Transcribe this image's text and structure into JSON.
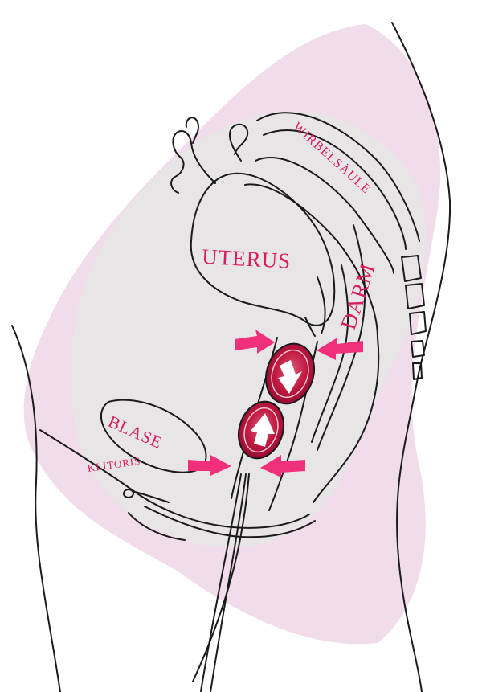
{
  "labels": {
    "wirbelsaeule": "WIRBELSÄULE",
    "uterus": "UTERUS",
    "darm": "DARM",
    "blase": "BLASE",
    "klitoris": "KLITORIS"
  },
  "colors": {
    "label": "#d81d62",
    "arrow": "#f0307a",
    "ball": "#b3123f",
    "shade_pink": "#ecd0e6",
    "shade_grey": "#e6e6e6",
    "line": "#1a1a1a"
  }
}
